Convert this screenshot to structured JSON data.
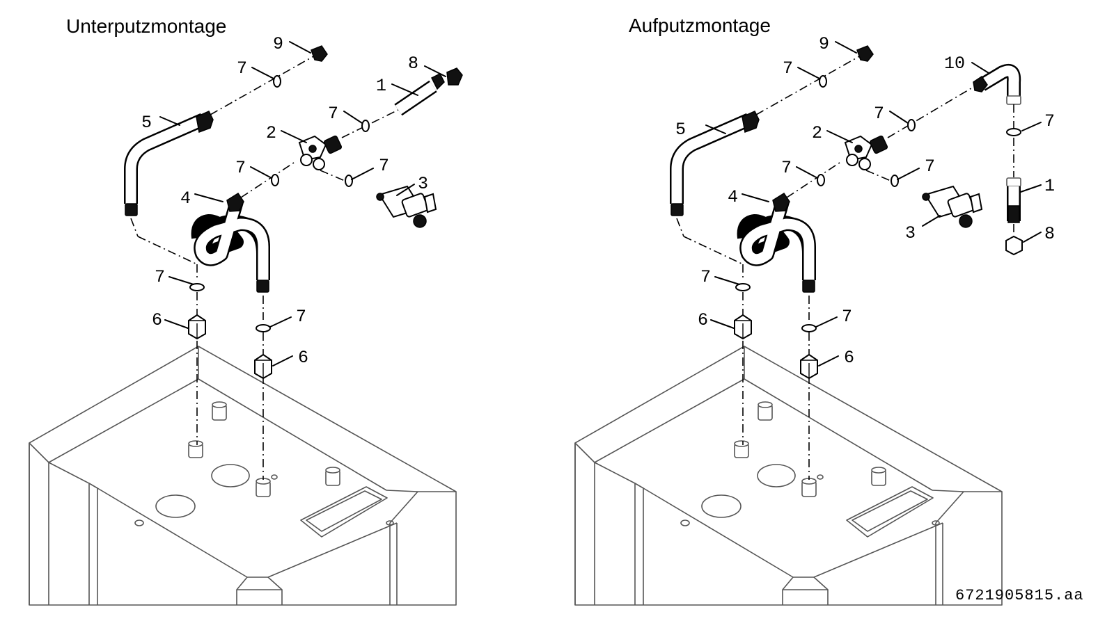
{
  "panels": [
    {
      "title": "Unterputzmontage",
      "callouts": [
        "9",
        "7",
        "5",
        "8",
        "1",
        "7",
        "2",
        "7",
        "7",
        "3",
        "4",
        "7",
        "6",
        "7",
        "6"
      ]
    },
    {
      "title": "Aufputzmontage",
      "callouts": [
        "9",
        "7",
        "10",
        "5",
        "7",
        "7",
        "2",
        "7",
        "1",
        "7",
        "4",
        "3",
        "8",
        "7",
        "6",
        "7",
        "6"
      ]
    }
  ],
  "document_id": "6721905815.aa"
}
